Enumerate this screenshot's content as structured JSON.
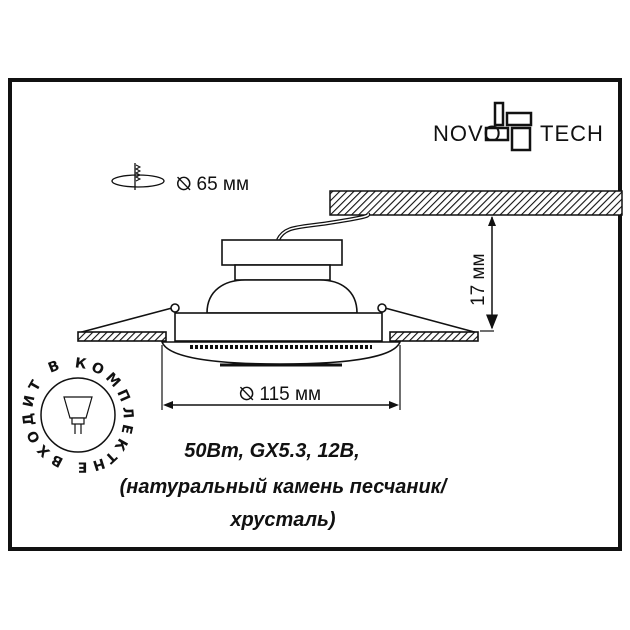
{
  "brand": {
    "logo_text_left": "NOVO",
    "logo_text_right": "TECH"
  },
  "cutout": {
    "icon": "ceiling-hole-saw-icon",
    "label": "⦰ 65 мм"
  },
  "height_dimension": {
    "label": "17 мм"
  },
  "diameter_dimension": {
    "label": "⦰ 115 мм"
  },
  "lamp_badge": {
    "text": "НЕ ВХОДИТ В КОМПЛЕКТ",
    "icon": "mr16-lamp-icon"
  },
  "specs": {
    "line1": "50Вт, GX5.3, 12В,",
    "line2": "(натуральный камень песчаник/",
    "line3": "хрусталь)"
  },
  "colors": {
    "ink": "#111111",
    "background": "#ffffff"
  }
}
